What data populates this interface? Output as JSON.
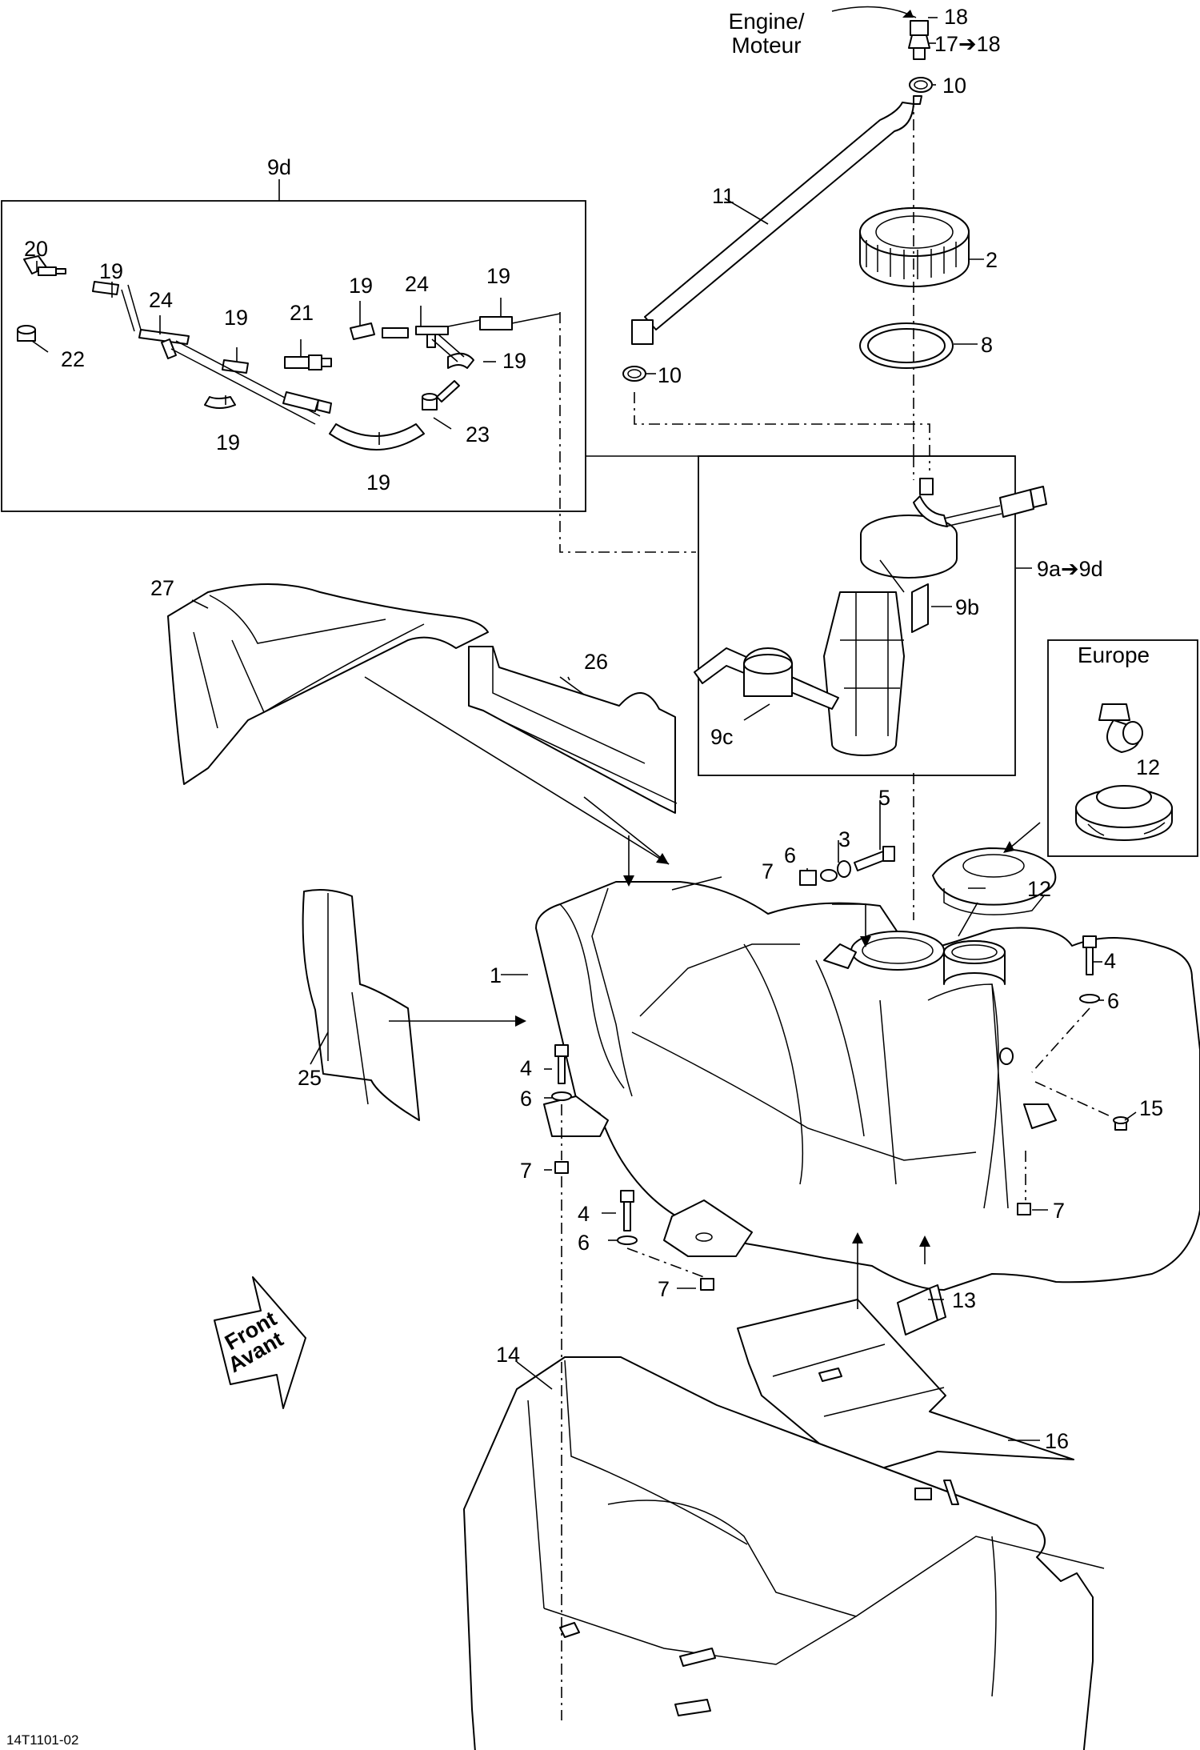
{
  "diagram": {
    "engine_label_en": "Engine/",
    "engine_label_fr": "Moteur",
    "europe_label": "Europe",
    "front_label_en": "Front",
    "front_label_fr": "Avant",
    "drawing_code": "14T1101-02",
    "callouts": {
      "c1": "1",
      "c2": "2",
      "c3": "3",
      "c4a": "4",
      "c4b": "4",
      "c4c": "4",
      "c5": "5",
      "c6a": "6",
      "c6b": "6",
      "c6c": "6",
      "c6d": "6",
      "c7a": "7",
      "c7b": "7",
      "c7c": "7",
      "c7d": "7",
      "c8": "8",
      "c9a9d": "9a➔9d",
      "c9b": "9b",
      "c9c": "9c",
      "c9d": "9d",
      "c10a": "10",
      "c10b": "10",
      "c11": "11",
      "c12a": "12",
      "c12b": "12",
      "c13": "13",
      "c14": "14",
      "c15": "15",
      "c16": "16",
      "c17": "17➔18",
      "c18": "18",
      "c19a": "19",
      "c19b": "19",
      "c19c": "19",
      "c19d": "19",
      "c19e": "19",
      "c19f": "19",
      "c19g": "19",
      "c20": "20",
      "c21": "21",
      "c22": "22",
      "c23": "23",
      "c24a": "24",
      "c24b": "24",
      "c25": "25",
      "c26": "26",
      "c27": "27"
    }
  }
}
